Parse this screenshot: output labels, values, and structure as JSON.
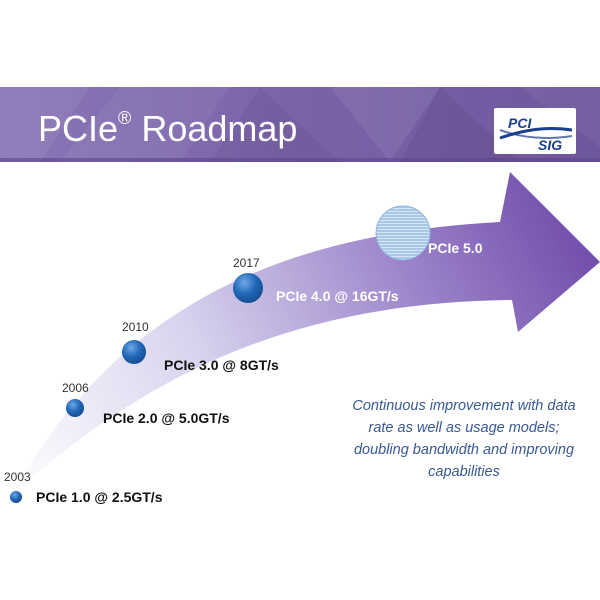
{
  "header": {
    "title": "PCIe",
    "title_sup": "®",
    "title_rest": " Roadmap",
    "logo_line1": "PCI",
    "logo_line2": "SIG"
  },
  "milestones": [
    {
      "year": "2003",
      "label": "PCIe 1.0 @ 2.5GT/s",
      "icon": "milestone-dot"
    },
    {
      "year": "2006",
      "label": "PCIe 2.0 @ 5.0GT/s",
      "icon": "milestone-dot"
    },
    {
      "year": "2010",
      "label": "PCIe 3.0 @ 8GT/s",
      "icon": "milestone-dot"
    },
    {
      "year": "2017",
      "label": "PCIe 4.0 @ 16GT/s",
      "icon": "milestone-dot"
    },
    {
      "year": "",
      "label": "PCIe 5.0",
      "icon": "milestone-dot-striped"
    }
  ],
  "note": "Continuous improvement with data rate as well as usage models; doubling bandwidth and improving capabilities",
  "colors": {
    "banner_purple": "#7b63a8",
    "arrow_purple": "#6d4aa4",
    "dot_blue": "#1f64b4",
    "note_blue": "#3a5896"
  }
}
